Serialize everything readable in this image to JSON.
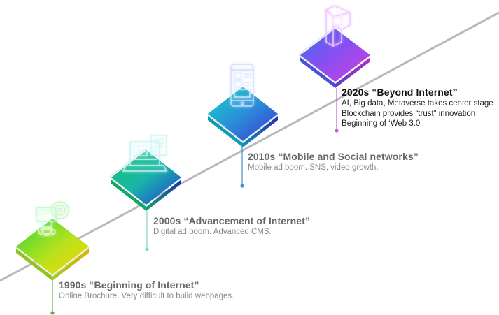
{
  "timeline": {
    "eras": [
      {
        "title": "1990s  “Beginning of Internet”",
        "lines": [
          "Online Brochure. Very difficult to build webpages."
        ],
        "icon": "desktop-computer-target-icon",
        "accent": "#6aa84f",
        "tile_colors": [
          "#3bd13b",
          "#ffd400"
        ]
      },
      {
        "title": "2000s “Advancement of Internet”",
        "lines": [
          "Digital ad boom. Advanced CMS."
        ],
        "icon": "laptop-documents-icon",
        "accent": "#7fd8c8",
        "tile_colors": [
          "#19c97a",
          "#1e3fd8"
        ]
      },
      {
        "title": "2010s “Mobile and Social networks”",
        "lines": [
          "Mobile ad boom. SNS, video growth."
        ],
        "icon": "mobile-phone-icon",
        "accent": "#4a90c8",
        "tile_colors": [
          "#17d6c4",
          "#3a3ad8"
        ]
      },
      {
        "title": "2020s “Beyond Internet”",
        "lines": [
          "AI, Big data, Metaverse takes center stage",
          "Blockchain provides “trust” innovation",
          "Beginning of ‘Web 3.0’"
        ],
        "icon": "web3-cube-icon",
        "accent": "#c15dd9",
        "tile_colors": [
          "#3c64f2",
          "#d640e6"
        ]
      }
    ]
  }
}
